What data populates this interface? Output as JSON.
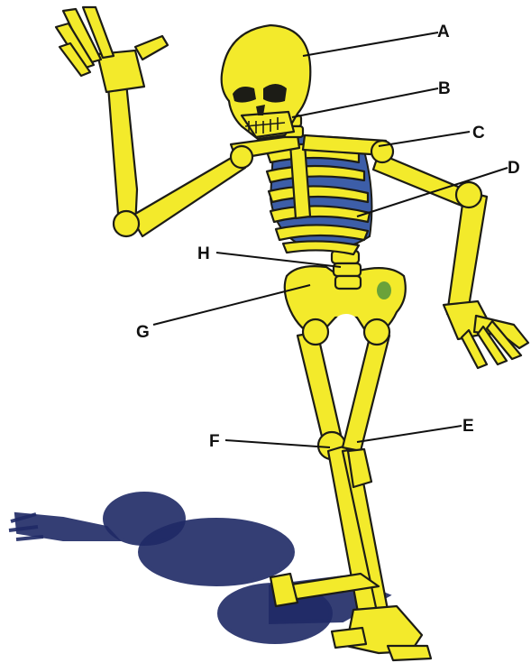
{
  "colors": {
    "bone": "#f3ea2b",
    "outline": "#1c1c16",
    "shadow": "#1f2a66",
    "ribcage_interior": "#3d5ea8",
    "background": "#ffffff",
    "leader_line": "#111111"
  },
  "labels": {
    "A": "A",
    "B": "B",
    "C": "C",
    "D": "D",
    "E": "E",
    "F": "F",
    "G": "G",
    "H": "H"
  }
}
